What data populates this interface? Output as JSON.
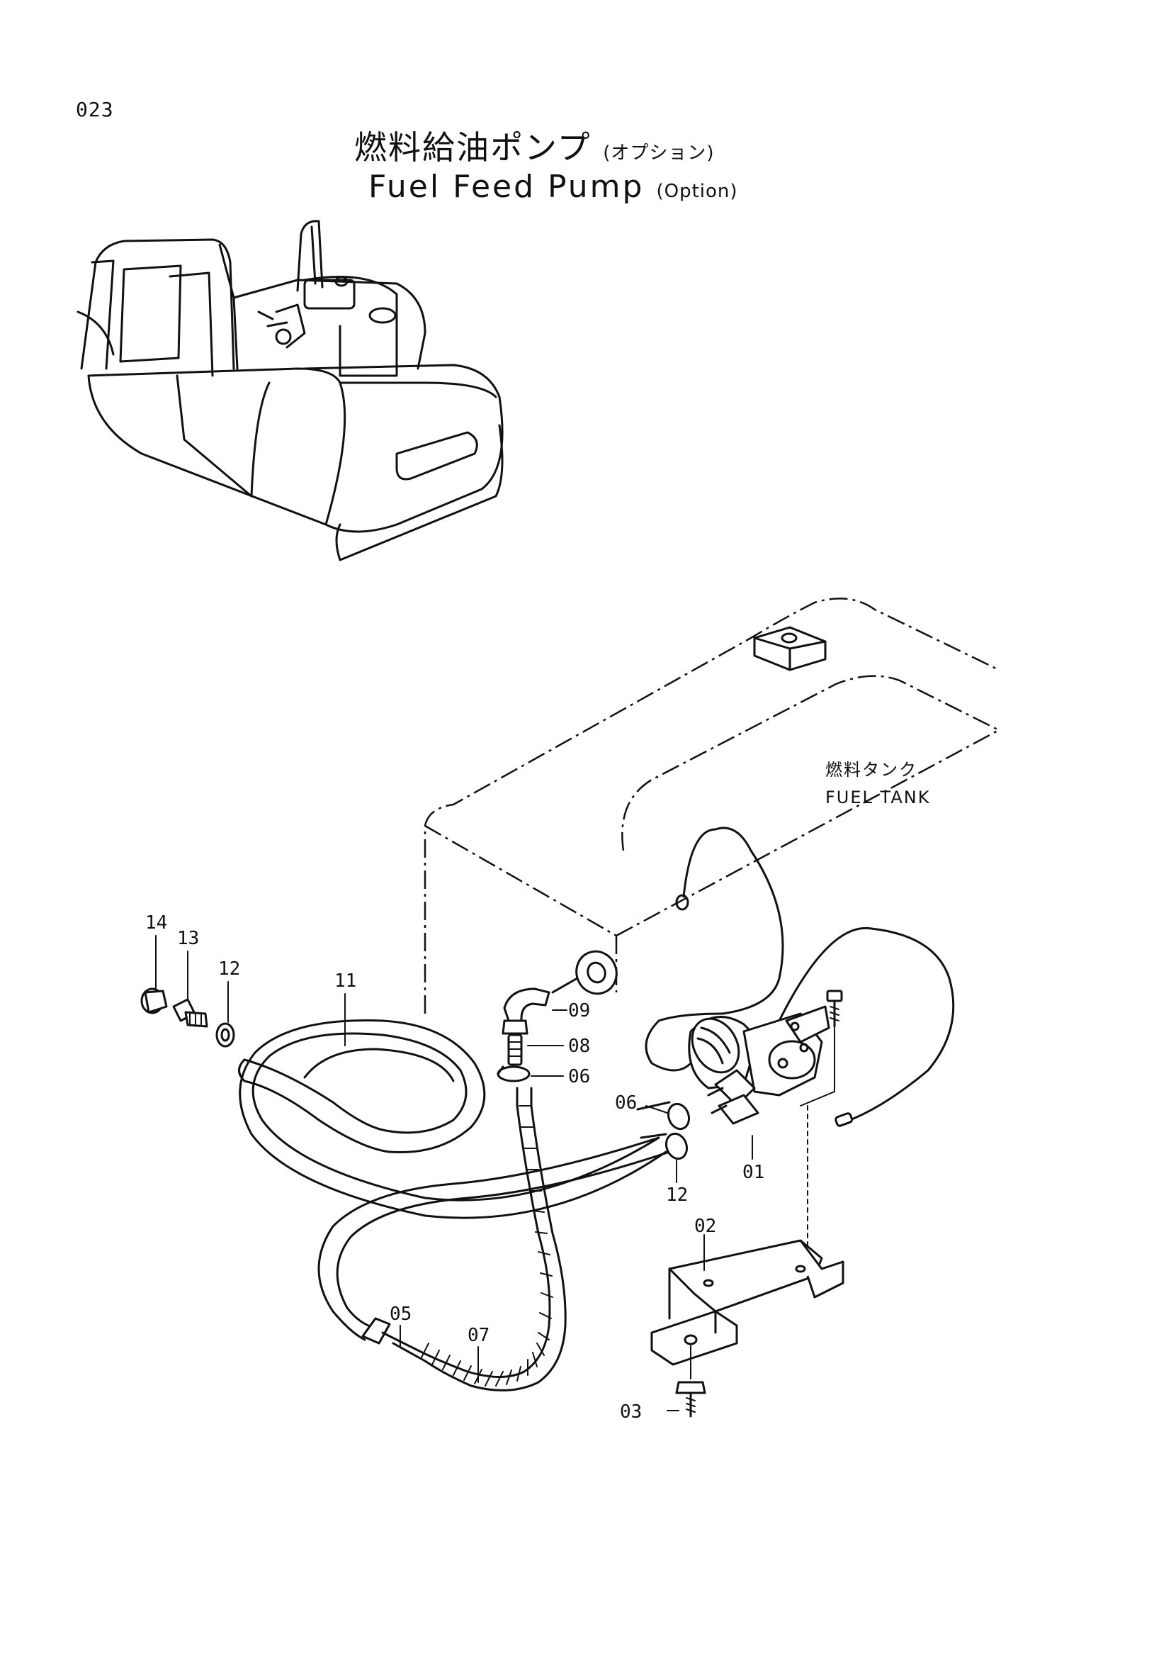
{
  "page": {
    "number": "023"
  },
  "title": {
    "jp": "燃料給油ポンプ",
    "jp_sub": "(オプション)",
    "en": "Fuel Feed Pump",
    "en_sub": "(Option)"
  },
  "tank_label": {
    "jp": "燃料タンク",
    "en": "FUEL TANK"
  },
  "callouts": {
    "c14": "14",
    "c13": "13",
    "c12a": "12",
    "c11": "11",
    "c09": "09",
    "c08": "08",
    "c06a": "06",
    "c06b": "06",
    "c12b": "12",
    "c01": "01",
    "c02": "02",
    "c05": "05",
    "c07": "07",
    "c03": "03"
  }
}
